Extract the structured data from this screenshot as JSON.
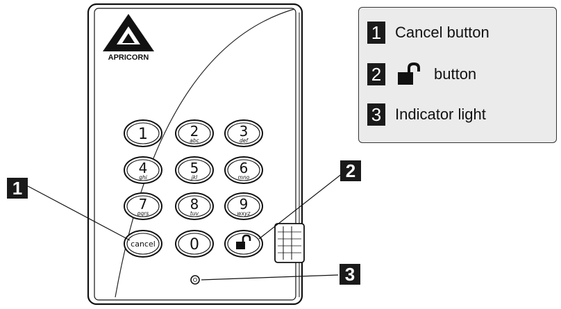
{
  "brand": {
    "logo_text": "APRICORN"
  },
  "keypad": {
    "keys": [
      {
        "id": "1",
        "digit": "1",
        "letters": ""
      },
      {
        "id": "2",
        "digit": "2",
        "letters": "abc"
      },
      {
        "id": "3",
        "digit": "3",
        "letters": "def"
      },
      {
        "id": "4",
        "digit": "4",
        "letters": "ghi"
      },
      {
        "id": "5",
        "digit": "5",
        "letters": "jkl"
      },
      {
        "id": "6",
        "digit": "6",
        "letters": "mno"
      },
      {
        "id": "7",
        "digit": "7",
        "letters": "pqrs"
      },
      {
        "id": "8",
        "digit": "8",
        "letters": "tuv"
      },
      {
        "id": "9",
        "digit": "9",
        "letters": "wxyz"
      },
      {
        "id": "cancel",
        "digit": "",
        "letters": "",
        "label": "cancel"
      },
      {
        "id": "0",
        "digit": "0",
        "letters": ""
      },
      {
        "id": "unlock",
        "digit": "",
        "letters": "",
        "icon": "unlock-icon"
      }
    ]
  },
  "callouts": [
    "1",
    "2",
    "3"
  ],
  "legend": {
    "items": [
      {
        "number": "1",
        "text": "Cancel button"
      },
      {
        "number": "2",
        "icon": "unlock-icon",
        "text": "button"
      },
      {
        "number": "3",
        "text": "Indicator light"
      }
    ]
  }
}
